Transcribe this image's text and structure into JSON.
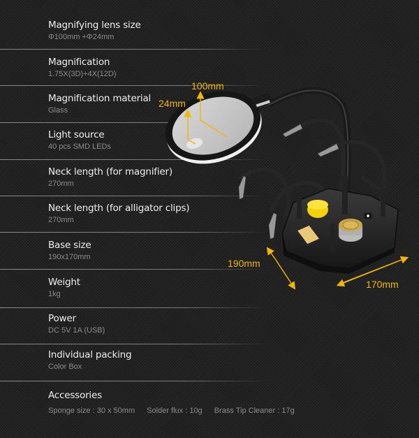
{
  "specs": [
    {
      "label": "Magnifying lens size",
      "value": "Φ100mm +Φ24mm"
    },
    {
      "label": "Magnification",
      "value": "1.75X(3D)+4X(12D)"
    },
    {
      "label": "Magnification material",
      "value": "Glass"
    },
    {
      "label": "Light source",
      "value": "40 pcs SMD LEDs"
    },
    {
      "label": "Neck length (for magnifier)",
      "value": "270mm"
    },
    {
      "label": "Neck length (for alligator clips)",
      "value": "270mm"
    },
    {
      "label": "Base size",
      "value": "190x170mm"
    },
    {
      "label": "Weight",
      "value": "1kg"
    },
    {
      "label": "Power",
      "value": "DC 5V 1A (USB)"
    },
    {
      "label": "Individual packing",
      "value": "Color Box"
    }
  ],
  "accessories": {
    "label": "Accessories",
    "items": [
      "Sponge size : 30 x 50mm",
      "Solder flux : 10g",
      "Brass Tip Cleaner : 17g"
    ]
  },
  "product_image": {
    "dimensions": {
      "lens_large": "100mm",
      "lens_small": "24mm",
      "base_depth": "190mm",
      "base_width": "170mm"
    },
    "accent_color": "#f2b705"
  }
}
